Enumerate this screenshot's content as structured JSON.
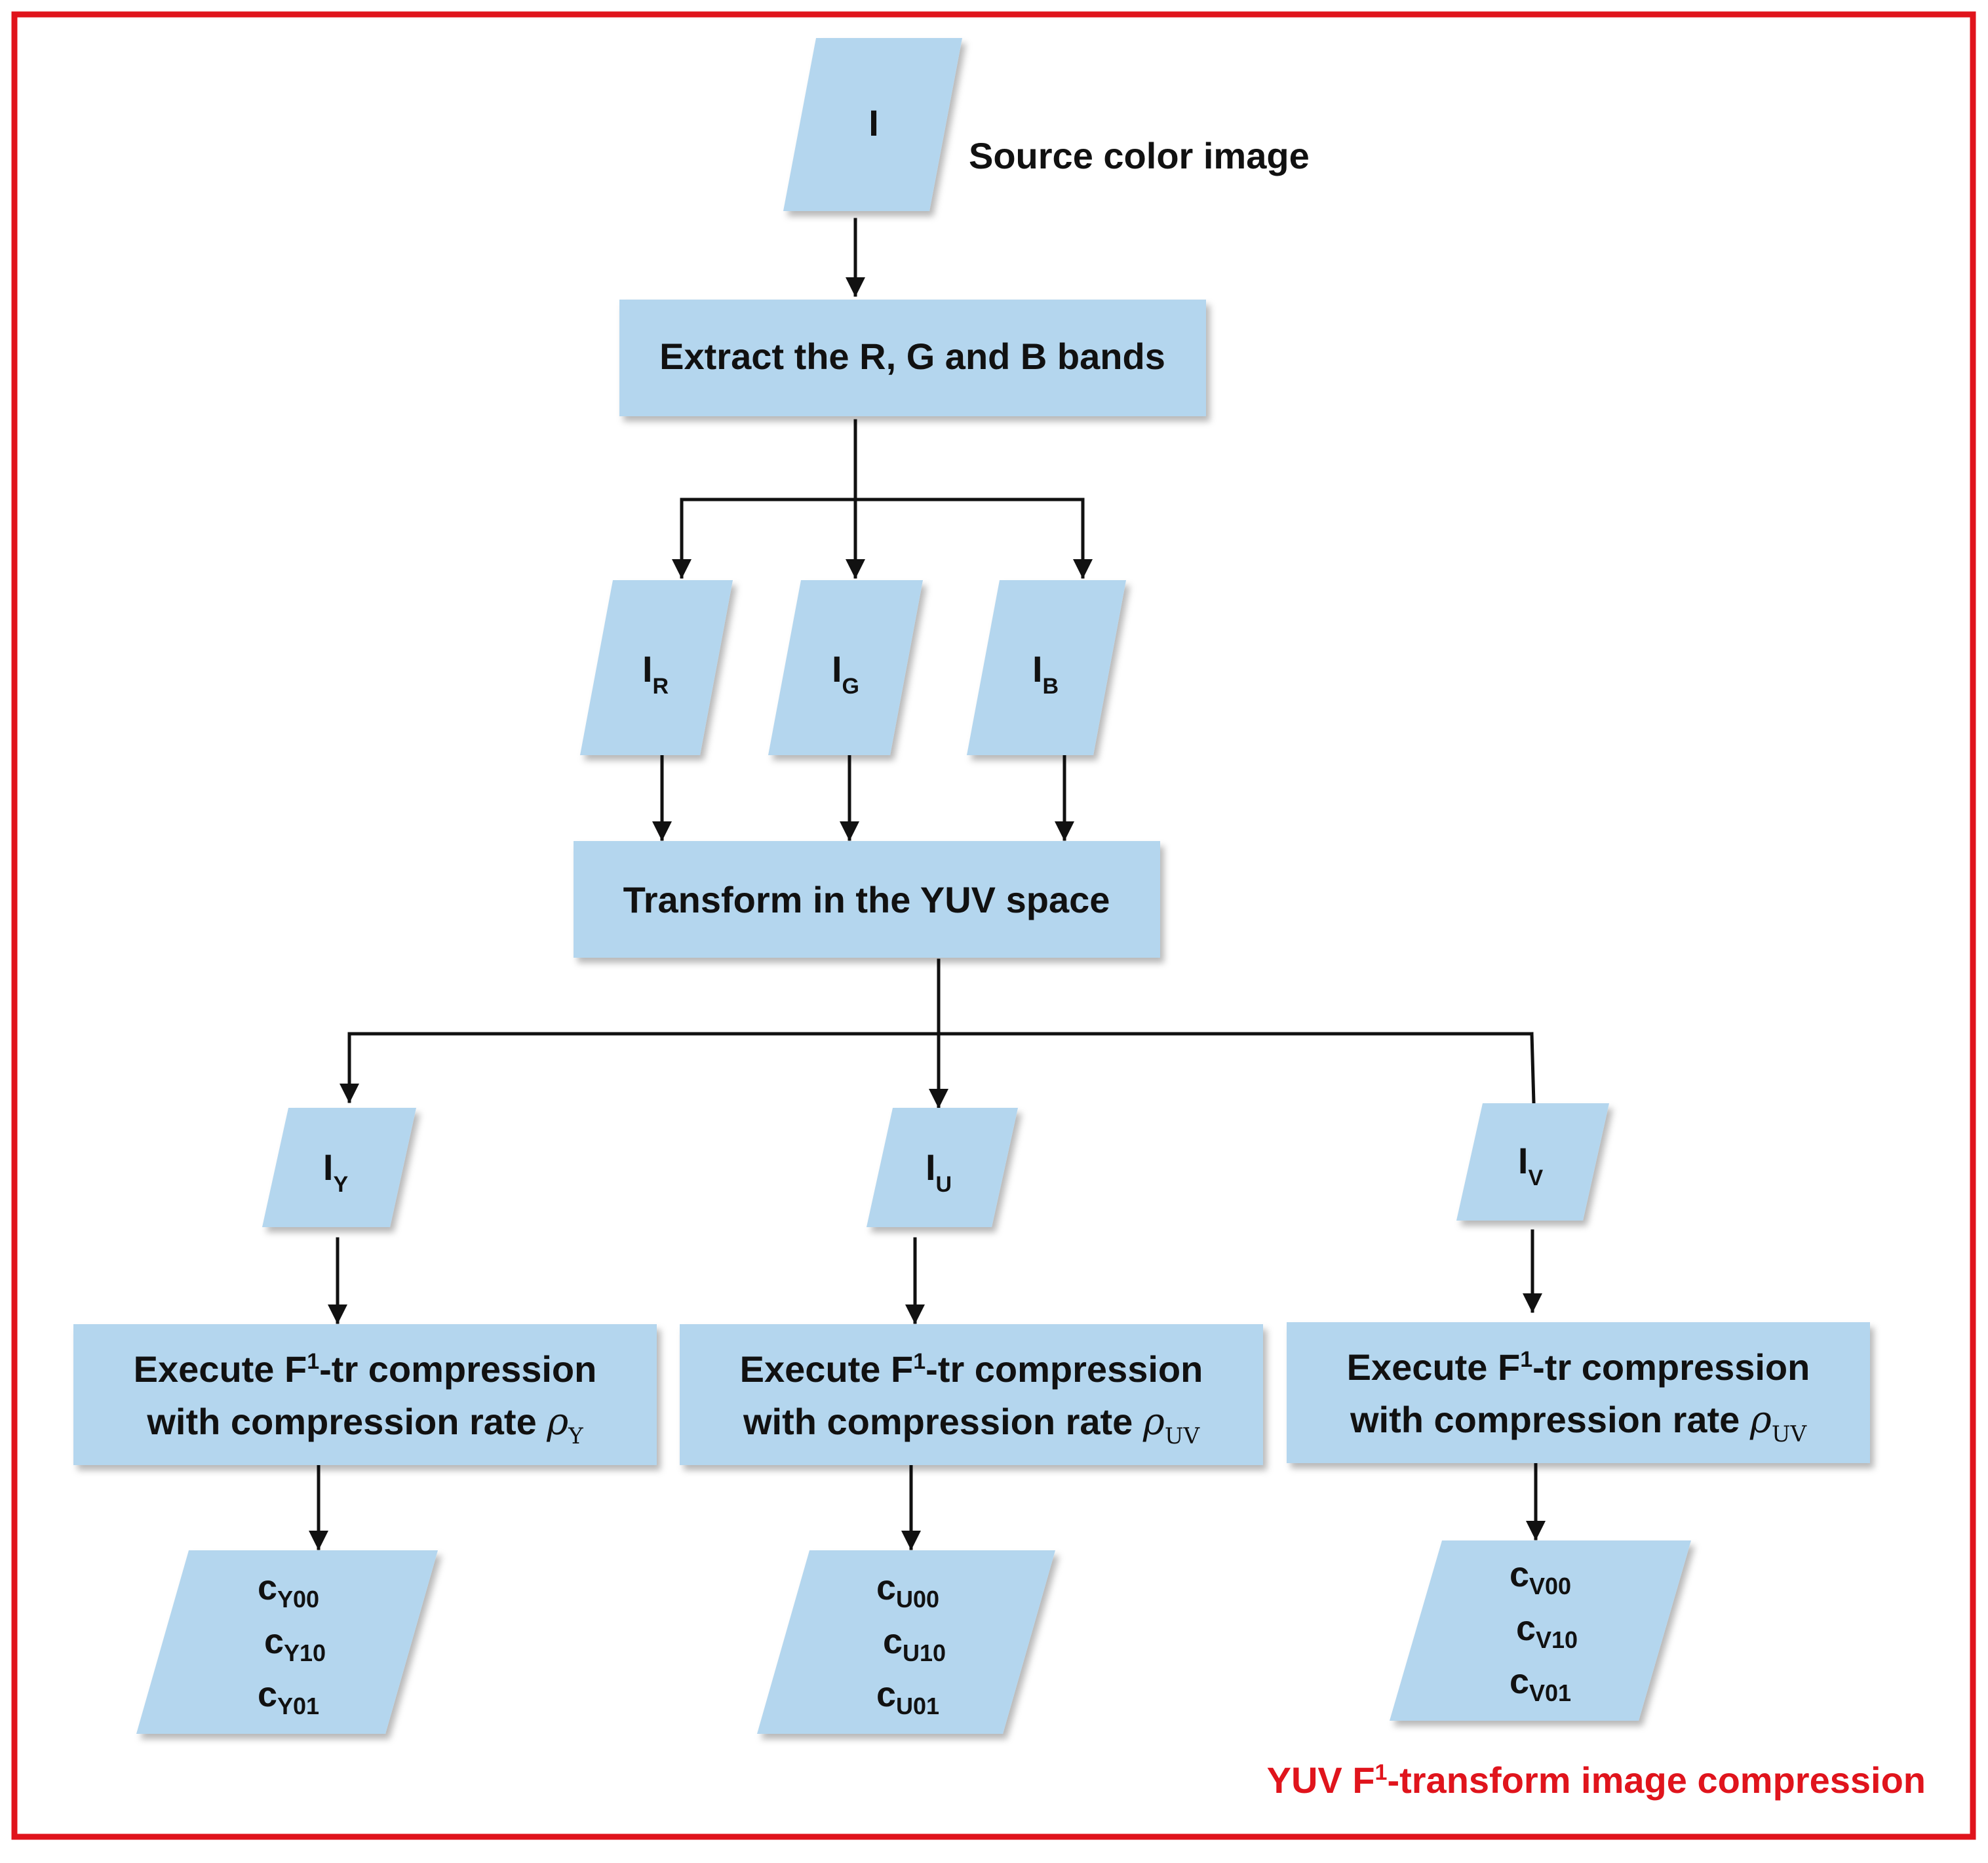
{
  "colors": {
    "frame": "#e0141c",
    "shape_fill": "#b4d6ee",
    "line": "#111111",
    "text": "#111111",
    "caption": "#e0141c"
  },
  "source": {
    "label": "I",
    "caption": "Source color image"
  },
  "extract": {
    "label": "Extract the R, G and B bands"
  },
  "bands": [
    {
      "main": "I",
      "sub": "R"
    },
    {
      "main": "I",
      "sub": "G"
    },
    {
      "main": "I",
      "sub": "B"
    }
  ],
  "transform": {
    "label": "Transform in the YUV space"
  },
  "channels": [
    {
      "main": "I",
      "sub": "Y"
    },
    {
      "main": "I",
      "sub": "U"
    },
    {
      "main": "I",
      "sub": "V"
    }
  ],
  "compress": [
    {
      "line1_a": "Execute F",
      "line1_sup": "1",
      "line1_b": "-tr compression",
      "line2": "with compression rate ",
      "rate_symbol": "ρ",
      "rate_sub": "Y"
    },
    {
      "line1_a": "Execute F",
      "line1_sup": "1",
      "line1_b": "-tr compression",
      "line2": "with compression rate ",
      "rate_symbol": "ρ",
      "rate_sub": "UV"
    },
    {
      "line1_a": "Execute F",
      "line1_sup": "1",
      "line1_b": "-tr compression",
      "line2": "with compression rate ",
      "rate_symbol": "ρ",
      "rate_sub": "UV"
    }
  ],
  "outputs": [
    {
      "items": [
        {
          "main": "c",
          "sub": "Y00"
        },
        {
          "main": "c",
          "sub": "Y10"
        },
        {
          "main": "c",
          "sub": "Y01"
        }
      ]
    },
    {
      "items": [
        {
          "main": "c",
          "sub": "U00"
        },
        {
          "main": "c",
          "sub": "U10"
        },
        {
          "main": "c",
          "sub": "U01"
        }
      ]
    },
    {
      "items": [
        {
          "main": "c",
          "sub": "V00"
        },
        {
          "main": "c",
          "sub": "V10"
        },
        {
          "main": "c",
          "sub": "V01"
        }
      ]
    }
  ],
  "title": {
    "a": "YUV F",
    "sup": "1",
    "b": "-transform image compression"
  }
}
